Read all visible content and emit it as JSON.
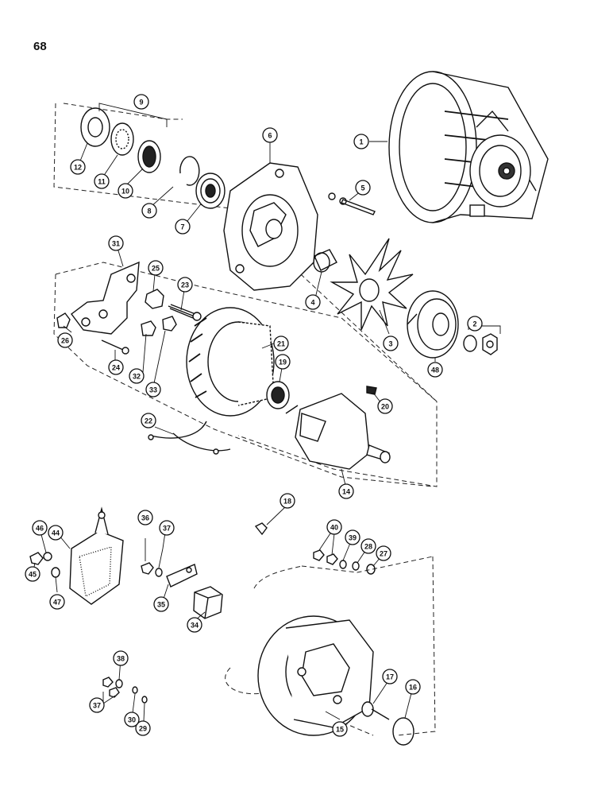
{
  "page_number": "68",
  "callouts": [
    {
      "id": "c1",
      "label": "1"
    },
    {
      "id": "c2",
      "label": "2"
    },
    {
      "id": "c3",
      "label": "3"
    },
    {
      "id": "c4",
      "label": "4"
    },
    {
      "id": "c5",
      "label": "5"
    },
    {
      "id": "c6",
      "label": "6"
    },
    {
      "id": "c7",
      "label": "7"
    },
    {
      "id": "c8",
      "label": "8"
    },
    {
      "id": "c9",
      "label": "9"
    },
    {
      "id": "c10",
      "label": "10"
    },
    {
      "id": "c11",
      "label": "11"
    },
    {
      "id": "c12",
      "label": "12"
    },
    {
      "id": "c14",
      "label": "14"
    },
    {
      "id": "c15",
      "label": "15"
    },
    {
      "id": "c16",
      "label": "16"
    },
    {
      "id": "c17",
      "label": "17"
    },
    {
      "id": "c18",
      "label": "18"
    },
    {
      "id": "c19",
      "label": "19"
    },
    {
      "id": "c20",
      "label": "20"
    },
    {
      "id": "c21",
      "label": "21"
    },
    {
      "id": "c22",
      "label": "22"
    },
    {
      "id": "c23",
      "label": "23"
    },
    {
      "id": "c24",
      "label": "24"
    },
    {
      "id": "c25",
      "label": "25"
    },
    {
      "id": "c26",
      "label": "26"
    },
    {
      "id": "c27",
      "label": "27"
    },
    {
      "id": "c28",
      "label": "28"
    },
    {
      "id": "c29",
      "label": "29"
    },
    {
      "id": "c30",
      "label": "30"
    },
    {
      "id": "c31",
      "label": "31"
    },
    {
      "id": "c32",
      "label": "32"
    },
    {
      "id": "c33",
      "label": "33"
    },
    {
      "id": "c34",
      "label": "34"
    },
    {
      "id": "c35",
      "label": "35"
    },
    {
      "id": "c36",
      "label": "36"
    },
    {
      "id": "c37a",
      "label": "37"
    },
    {
      "id": "c37b",
      "label": "37"
    },
    {
      "id": "c38",
      "label": "38"
    },
    {
      "id": "c39",
      "label": "39"
    },
    {
      "id": "c40",
      "label": "40"
    },
    {
      "id": "c44",
      "label": "44"
    },
    {
      "id": "c45",
      "label": "45"
    },
    {
      "id": "c46",
      "label": "46"
    },
    {
      "id": "c47",
      "label": "47"
    },
    {
      "id": "c48",
      "label": "48"
    }
  ]
}
